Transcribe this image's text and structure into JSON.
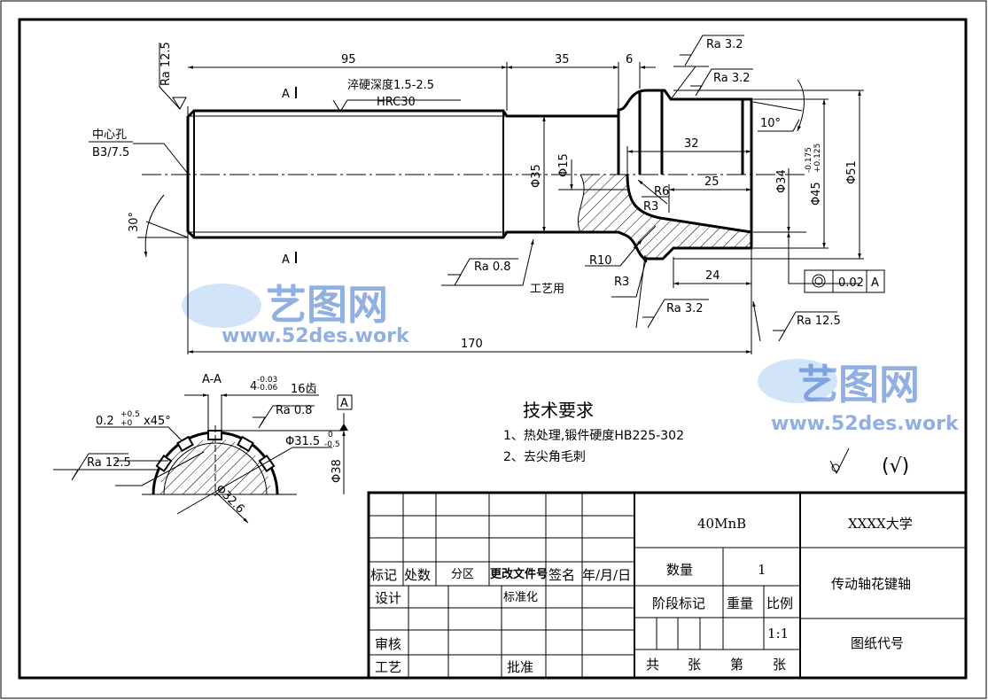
{
  "drawing": {
    "dimensions": {
      "d95": "95",
      "d35": "35",
      "d6": "6",
      "d170": "170",
      "d32": "32",
      "d25": "25",
      "d24": "24",
      "dia35": "Φ35",
      "dia15": "Φ15",
      "dia34": "Φ34",
      "dia45": "Φ45",
      "dia45_tol_upper": "-0.175",
      "dia45_tol_lower": "+0.125",
      "dia51": "Φ51",
      "angle10": "10°",
      "angle30": "30°",
      "r6": "R6",
      "r3a": "R3",
      "r10": "R10",
      "r3b": "R3"
    },
    "roughness": {
      "ra12_5_left": "Ra 12.5",
      "ra0_8": "Ra 0.8",
      "ra3_2_top1": "Ra 3.2",
      "ra3_2_top2": "Ra 3.2",
      "ra3_2_bottom": "Ra 3.2",
      "ra12_5_right": "Ra 12.5",
      "ra0_8_section": "Ra 0.8",
      "ra12_5_section": "Ra 12.5"
    },
    "notes": {
      "center_hole": "中心孔",
      "center_hole_spec": "B3/7.5",
      "hardening": "淬硬深度1.5-2.5",
      "hardness": "HRC30",
      "section_mark_top": "A",
      "section_mark_bottom": "A",
      "process": "工艺用"
    },
    "tolerance_frame": {
      "symbol": "concentricity",
      "value": "0.02",
      "datum": "A"
    },
    "section": {
      "title": "A-A",
      "key_width": "4",
      "key_tol_upper": "-0.03",
      "key_tol_lower": "-0.06",
      "teeth": "16齿",
      "chamfer": "0.2",
      "chamfer_tol_upper": "+0.5",
      "chamfer_tol_lower": "+0",
      "chamfer_angle": "x45°",
      "dia31_5": "Φ31.5",
      "dia31_5_tol_upper": "0",
      "dia31_5_tol_lower": "-0.5",
      "dia38": "Φ38",
      "dia32_6": "Φ32.6",
      "datum": "A"
    },
    "tech_requirements": {
      "title": "技术要求",
      "items": [
        "1、热处理,锻件硬度HB225-302",
        "2、去尖角毛刺"
      ]
    },
    "other_roughness": "(√)"
  },
  "title_block": {
    "headers": {
      "mark": "标记",
      "count": "处数",
      "zone": "分区",
      "change_doc": "更改文件号",
      "sign": "签名",
      "date": "年/月/日"
    },
    "design": "设计",
    "standardize": "标准化",
    "review": "审核",
    "process": "工艺",
    "approve": "批准",
    "material": "40MnB",
    "organization": "XXXX大学",
    "quantity_label": "数量",
    "quantity": "1",
    "stage_label": "阶段标记",
    "weight_label": "重量",
    "scale_label": "比例",
    "scale": "1:1",
    "part_name": "传动轴花键轴",
    "drawing_no_label": "图纸代号",
    "sheets": {
      "total_prefix": "共",
      "total_suffix": "张",
      "current_prefix": "第",
      "current_suffix": "张"
    }
  },
  "watermark": {
    "logo": "艺图网",
    "url": "www.52des.work"
  }
}
